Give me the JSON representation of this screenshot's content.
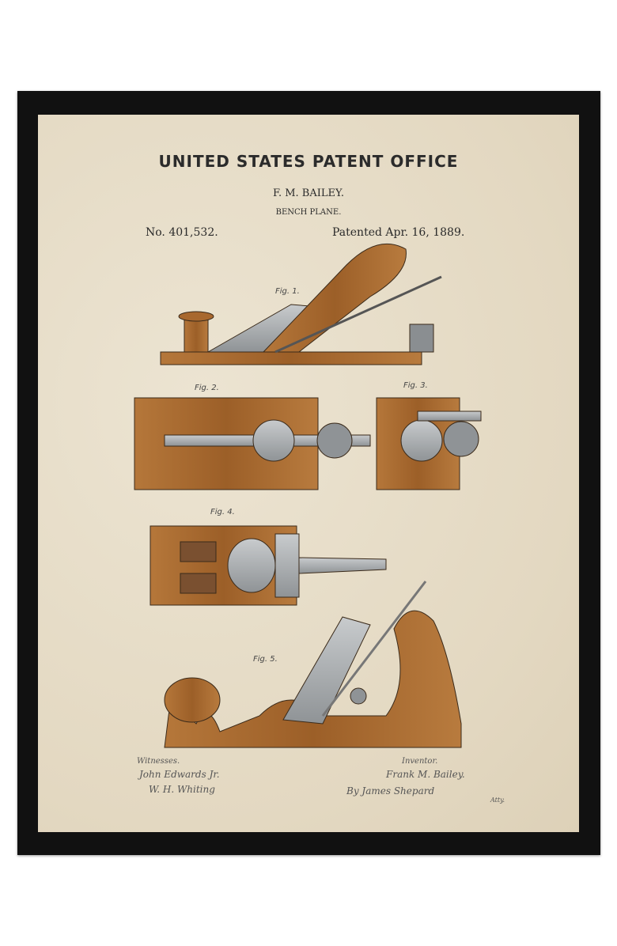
{
  "header": {
    "title": "UNITED STATES PATENT OFFICE",
    "inventor": "F. M. BAILEY.",
    "subject": "BENCH PLANE.",
    "patent_number": "No. 401,532.",
    "patent_date": "Patented Apr. 16, 1889."
  },
  "figures": [
    "Fig. 1.",
    "Fig. 2.",
    "Fig. 3.",
    "Fig. 4.",
    "Fig. 5."
  ],
  "signatures": {
    "witnesses_label": "Witnesses.",
    "witness_1": "John Edwards Jr.",
    "witness_2": "W. H. Whiting",
    "inventor_label": "Inventor.",
    "inventor_name": "Frank M. Bailey.",
    "attorney": "By James Shepard",
    "attorney_suffix": "Atty."
  },
  "colors": {
    "frame": "#111111",
    "paper": "#e8dfcb",
    "wood": "#a8682e",
    "metal": "#a9adb0"
  }
}
